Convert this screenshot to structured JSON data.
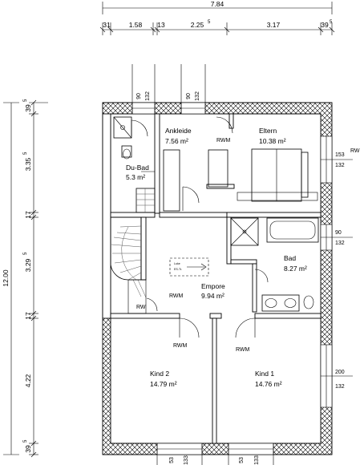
{
  "top_dims": {
    "total": "7.84",
    "segments": [
      "31",
      "1.58",
      "13",
      "2.25",
      "5",
      "3.17",
      "39",
      "5"
    ]
  },
  "left_dims": {
    "total": "12.00",
    "segments": [
      "39",
      "5",
      "3.35",
      "5",
      "17",
      "3.29",
      "5",
      "17",
      "4.22",
      "39",
      "5"
    ]
  },
  "window_marks": {
    "top": [
      "90",
      "132",
      "90",
      "132"
    ],
    "right": [
      "153",
      "132",
      "90",
      "132",
      "200",
      "132"
    ],
    "bottom": [
      "53",
      "133",
      "53",
      "133"
    ],
    "rw_right": "RW"
  },
  "rooms": [
    {
      "name": "Du-Bad",
      "area": "5.3 m²"
    },
    {
      "name": "Ankleide",
      "area": "7.56 m²"
    },
    {
      "name": "Eltern",
      "area": "10.38 m²"
    },
    {
      "name": "Bad",
      "area": "8.27 m²"
    },
    {
      "name": "Empore",
      "area": "9.94 m²"
    },
    {
      "name": "Kind 2",
      "area": "14.79 m²"
    },
    {
      "name": "Kind 1",
      "area": "14.76 m²"
    }
  ],
  "rwm": [
    "RWM",
    "RWM",
    "RWM",
    "RWM"
  ],
  "rw_stair": "RW",
  "luke": {
    "line1": "Luke",
    "line2": "ES-Tr."
  }
}
